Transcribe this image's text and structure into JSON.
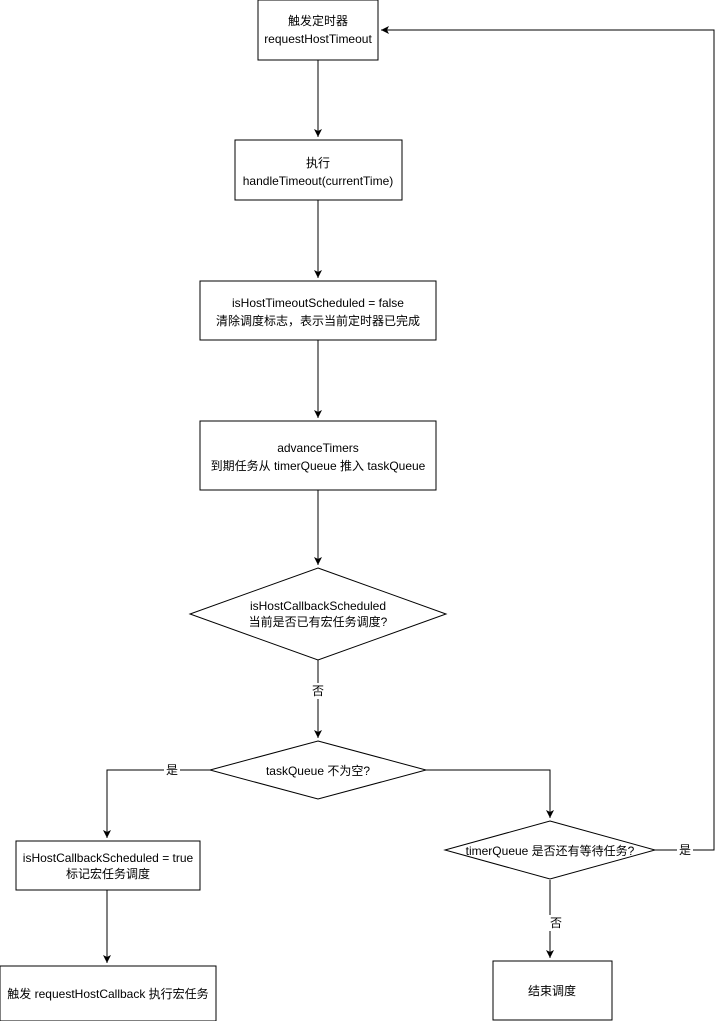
{
  "diagram": {
    "nodes": {
      "trigger_timer": {
        "lines": [
          "触发定时器",
          "requestHostTimeout"
        ]
      },
      "handle_timeout": {
        "lines": [
          "执行",
          "handleTimeout(currentTime)"
        ]
      },
      "clear_flag": {
        "lines": [
          "isHostTimeoutScheduled = false",
          "清除调度标志，表示当前定时器已完成"
        ]
      },
      "advance_timers": {
        "lines": [
          "advanceTimers",
          "到期任务从 timerQueue 推入 taskQueue"
        ]
      },
      "check_callback_scheduled": {
        "lines": [
          "isHostCallbackScheduled",
          "当前是否已有宏任务调度?"
        ]
      },
      "check_task_queue": {
        "lines": [
          "taskQueue 不为空?"
        ]
      },
      "mark_callback": {
        "lines": [
          "isHostCallbackScheduled = true",
          "标记宏任务调度"
        ]
      },
      "check_timer_queue": {
        "lines": [
          "timerQueue 是否还有等待任务?"
        ]
      },
      "request_callback": {
        "lines": [
          "触发 requestHostCallback 执行宏任务"
        ]
      },
      "end_schedule": {
        "lines": [
          "结束调度"
        ]
      }
    },
    "edge_labels": {
      "callback_no": "否",
      "task_queue_yes": "是",
      "timer_queue_yes": "是",
      "timer_queue_no": "否"
    }
  }
}
